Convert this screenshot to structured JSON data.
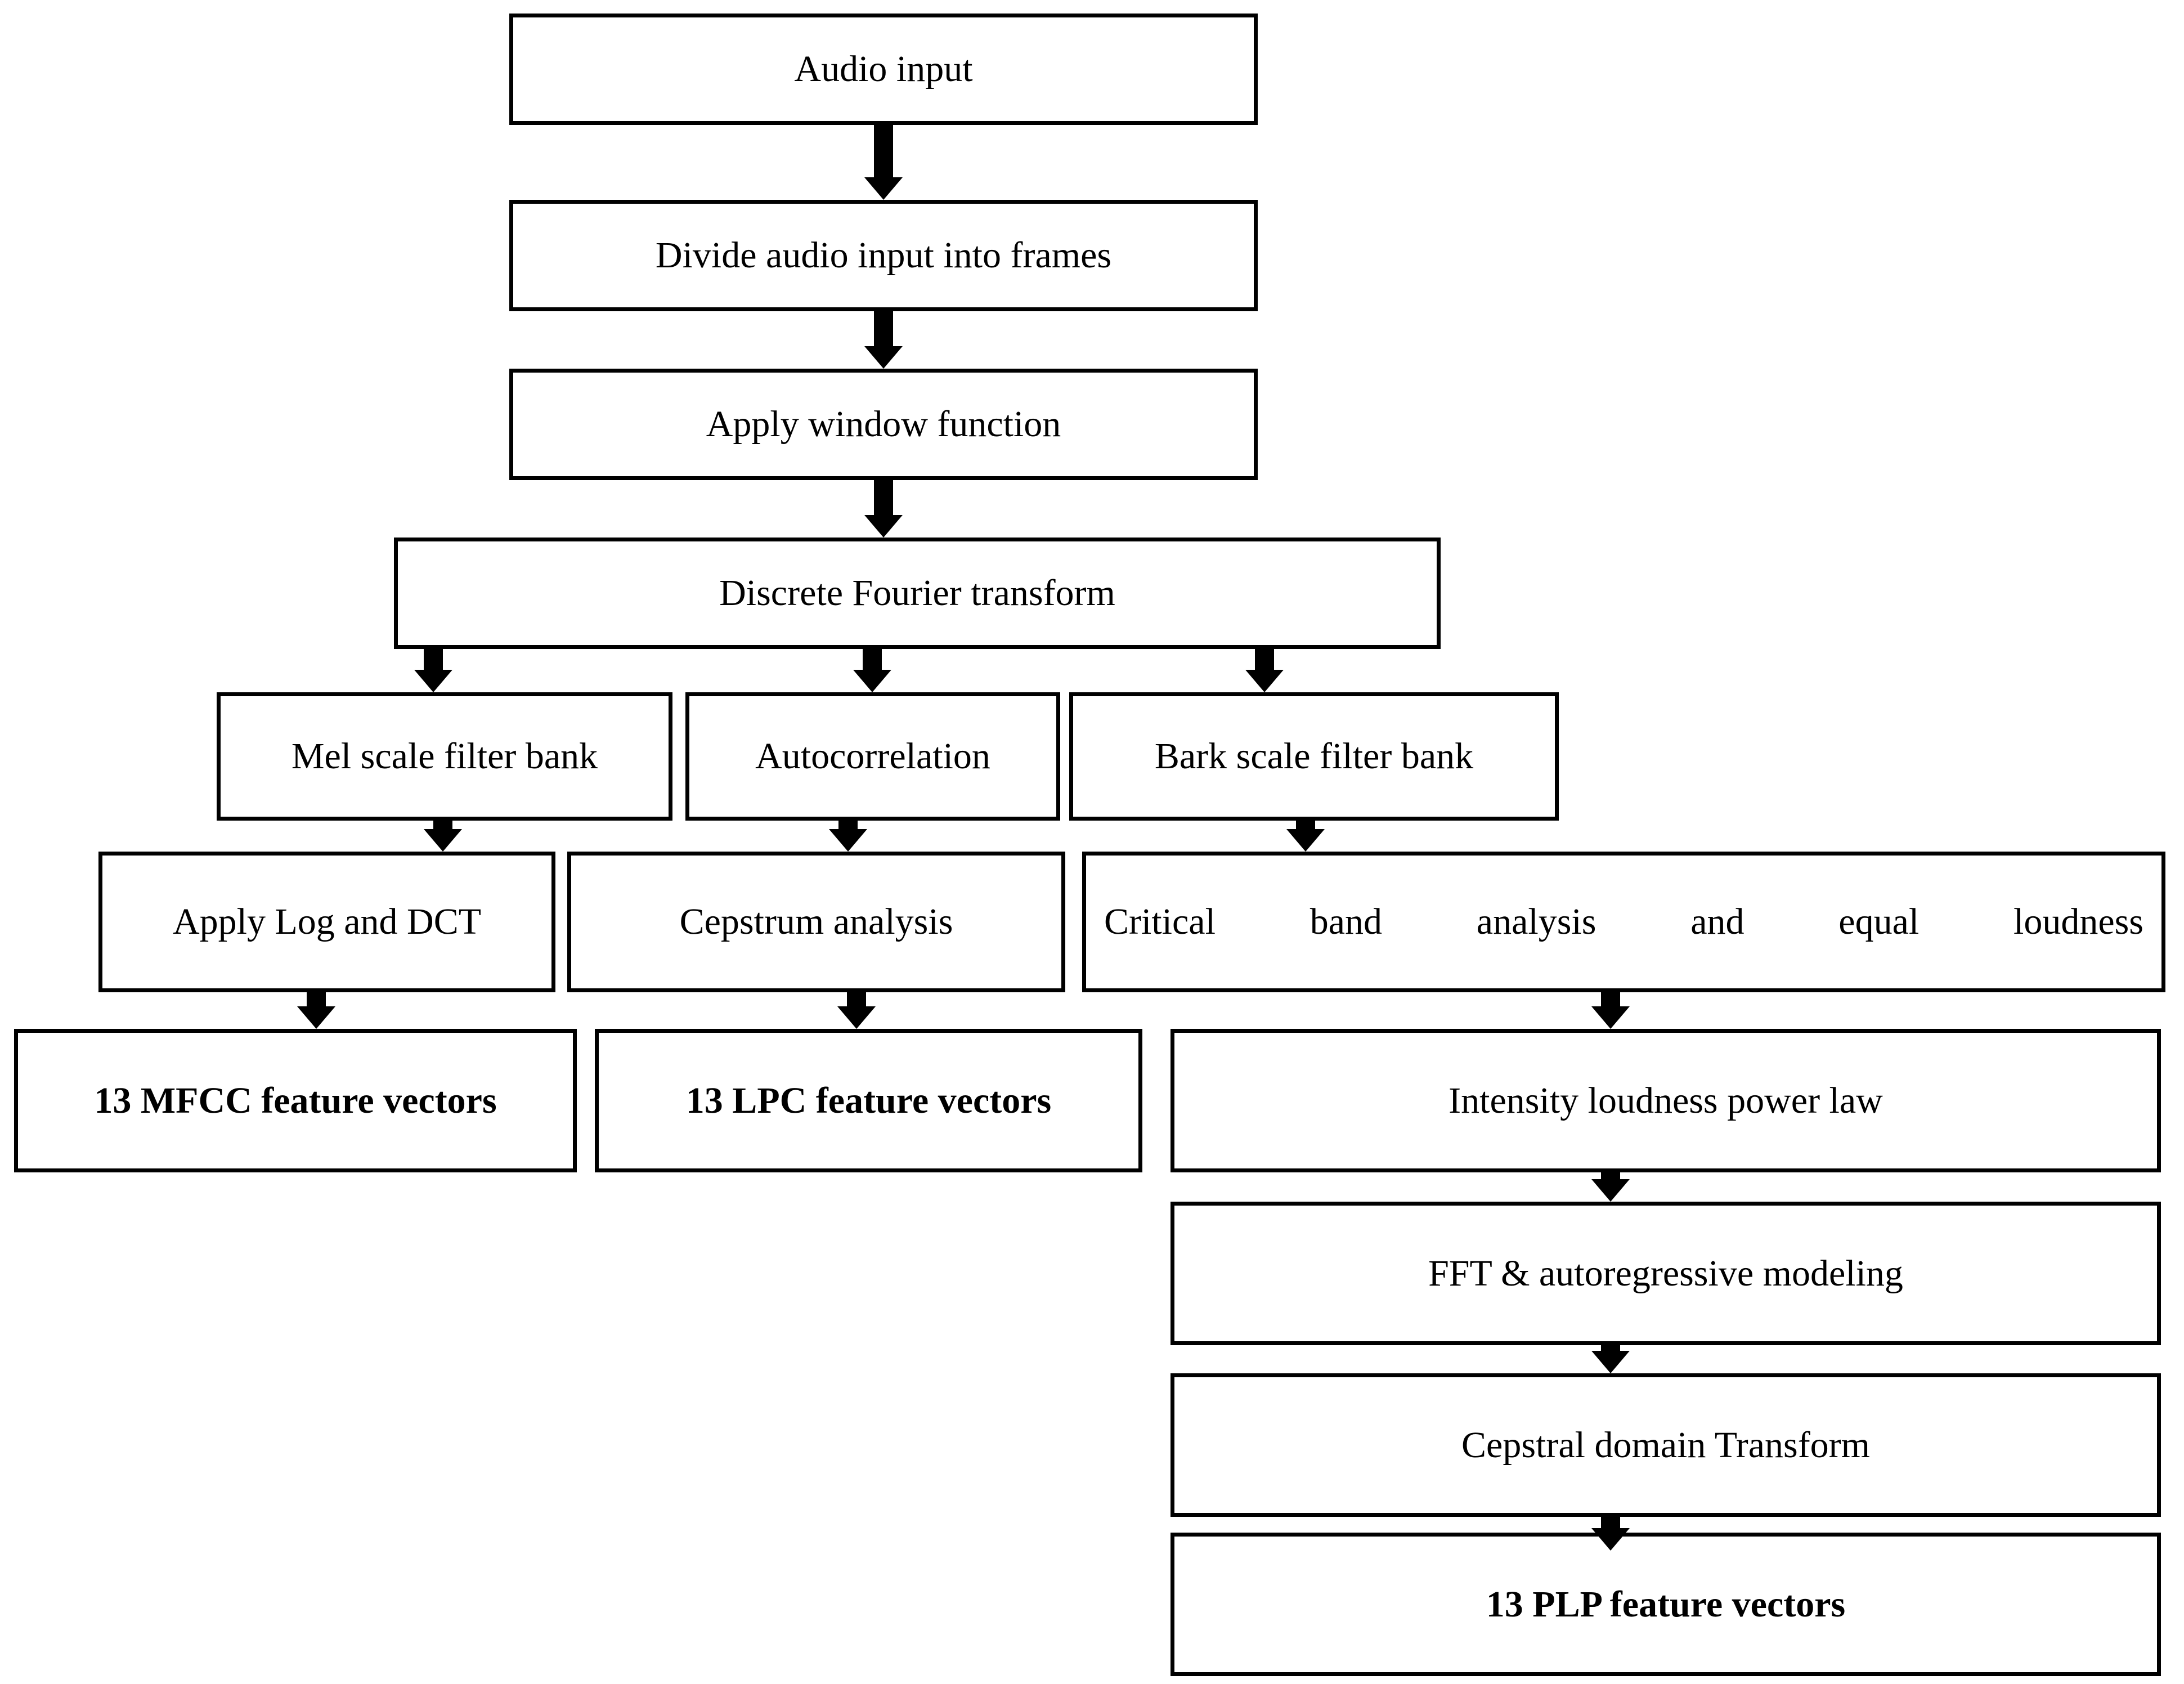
{
  "diagram": {
    "title": "Audio feature extraction flowchart (MFCC / LPC / PLP)",
    "type": "flowchart",
    "background_color": "#ffffff",
    "line_color": "#000000",
    "text_color": "#000000",
    "nodes": [
      {
        "id": "audio_input",
        "label": "Audio input",
        "bold": false,
        "justified": false
      },
      {
        "id": "divide_frames",
        "label": "Divide audio input into frames",
        "bold": false,
        "justified": false
      },
      {
        "id": "window_function",
        "label": "Apply window function",
        "bold": false,
        "justified": false
      },
      {
        "id": "dft",
        "label": "Discrete Fourier transform",
        "bold": false,
        "justified": false
      },
      {
        "id": "mel_filter_bank",
        "label": "Mel scale filter bank",
        "bold": false,
        "justified": false
      },
      {
        "id": "autocorrelation",
        "label": "Autocorrelation",
        "bold": false,
        "justified": false
      },
      {
        "id": "bark_filter_bank",
        "label": "Bark scale filter bank",
        "bold": false,
        "justified": false
      },
      {
        "id": "log_dct",
        "label": "Apply Log and DCT",
        "bold": false,
        "justified": false
      },
      {
        "id": "cepstrum",
        "label": "Cepstrum analysis",
        "bold": false,
        "justified": false
      },
      {
        "id": "critical_band",
        "label": "Critical band analysis and equal loudness",
        "bold": false,
        "justified": true
      },
      {
        "id": "mfcc_out",
        "label": "13 MFCC feature vectors",
        "bold": true,
        "justified": false
      },
      {
        "id": "lpc_out",
        "label": "13 LPC feature vectors",
        "bold": true,
        "justified": false
      },
      {
        "id": "intensity_law",
        "label": "Intensity loudness power law",
        "bold": false,
        "justified": false
      },
      {
        "id": "fft_ar",
        "label": "FFT & autoregressive modeling",
        "bold": false,
        "justified": false
      },
      {
        "id": "cepstral_domain",
        "label": "Cepstral domain Transform",
        "bold": false,
        "justified": false
      },
      {
        "id": "plp_out",
        "label": "13 PLP feature vectors",
        "bold": true,
        "justified": false
      }
    ],
    "edges": [
      {
        "from": "audio_input",
        "to": "divide_frames"
      },
      {
        "from": "divide_frames",
        "to": "window_function"
      },
      {
        "from": "window_function",
        "to": "dft"
      },
      {
        "from": "dft",
        "to": "mel_filter_bank"
      },
      {
        "from": "dft",
        "to": "autocorrelation"
      },
      {
        "from": "dft",
        "to": "bark_filter_bank"
      },
      {
        "from": "mel_filter_bank",
        "to": "log_dct"
      },
      {
        "from": "autocorrelation",
        "to": "cepstrum"
      },
      {
        "from": "bark_filter_bank",
        "to": "critical_band"
      },
      {
        "from": "log_dct",
        "to": "mfcc_out"
      },
      {
        "from": "cepstrum",
        "to": "lpc_out"
      },
      {
        "from": "critical_band",
        "to": "intensity_law"
      },
      {
        "from": "intensity_law",
        "to": "fft_ar"
      },
      {
        "from": "fft_ar",
        "to": "cepstral_domain"
      },
      {
        "from": "cepstral_domain",
        "to": "plp_out"
      }
    ]
  }
}
